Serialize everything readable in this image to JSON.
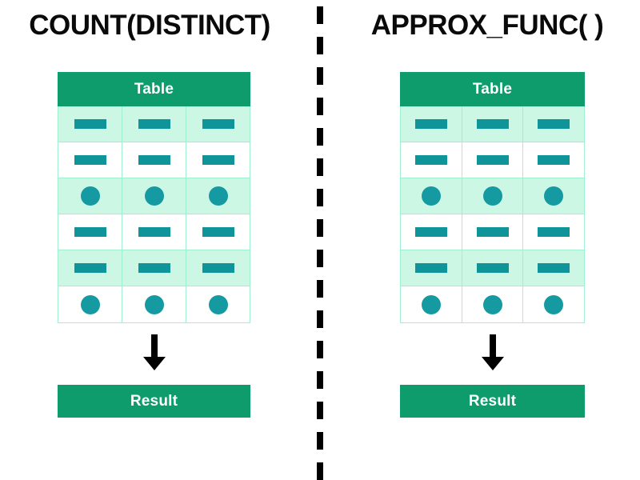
{
  "diagram": {
    "background_color": "#ffffff",
    "divider": {
      "style": "dashed-vertical",
      "color": "#000000",
      "dash_count": 16
    },
    "colors": {
      "header_green": "#0f9c6c",
      "row_mint": "#cdf7e5",
      "row_white": "#ffffff",
      "grid_line": "#9ef0cf",
      "mark_teal": "#0f9499",
      "arrow_black": "#000000",
      "title_black": "#0a0a0a"
    },
    "panels": [
      {
        "id": "count-distinct",
        "title": "COUNT(DISTINCT)",
        "table": {
          "header_label": "Table",
          "columns": 3,
          "rows": [
            {
              "shade": "mint",
              "marks": [
                "bar",
                "bar",
                "bar"
              ]
            },
            {
              "shade": "white",
              "marks": [
                "bar",
                "bar",
                "bar"
              ]
            },
            {
              "shade": "mint",
              "marks": [
                "dot",
                "dot",
                "dot"
              ]
            },
            {
              "shade": "white",
              "marks": [
                "bar",
                "bar",
                "bar"
              ]
            },
            {
              "shade": "mint",
              "marks": [
                "bar",
                "bar",
                "bar"
              ]
            },
            {
              "shade": "white",
              "marks": [
                "dot",
                "dot",
                "dot"
              ]
            }
          ]
        },
        "arrow_icon": "arrow-down-icon",
        "result_label": "Result"
      },
      {
        "id": "approx-func",
        "title": "APPROX_FUNC( )",
        "table": {
          "header_label": "Table",
          "columns": 3,
          "rows": [
            {
              "shade": "mint",
              "marks": [
                "bar",
                "bar",
                "bar"
              ]
            },
            {
              "shade": "white",
              "marks": [
                "bar",
                "bar",
                "bar"
              ]
            },
            {
              "shade": "mint",
              "marks": [
                "dot",
                "dot",
                "dot"
              ]
            },
            {
              "shade": "white",
              "marks": [
                "bar",
                "bar",
                "bar"
              ]
            },
            {
              "shade": "mint",
              "marks": [
                "bar",
                "bar",
                "bar"
              ]
            },
            {
              "shade": "white",
              "marks": [
                "dot",
                "dot",
                "dot"
              ]
            }
          ]
        },
        "arrow_icon": "arrow-down-icon",
        "result_label": "Result"
      }
    ]
  }
}
